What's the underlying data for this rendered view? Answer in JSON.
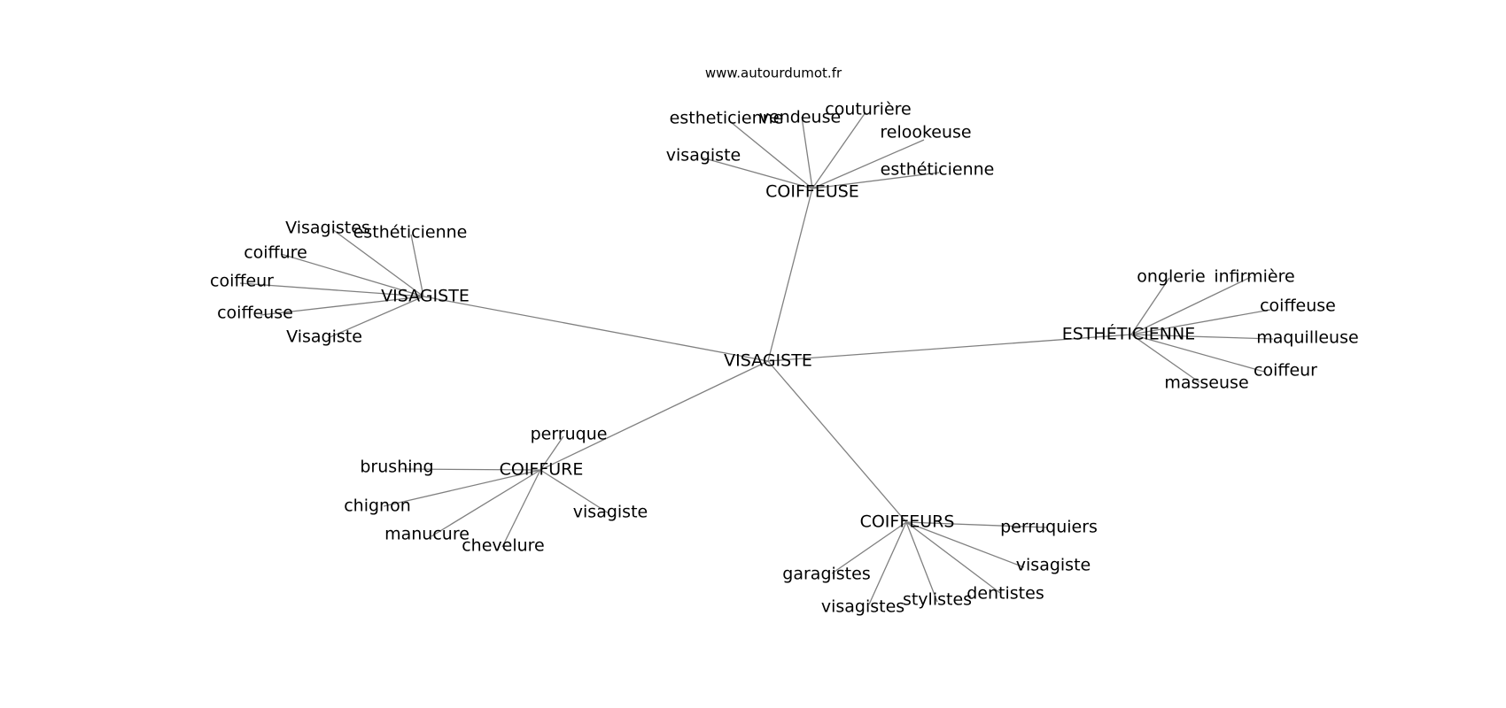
{
  "site_label": "www.autourdumot.fr",
  "center": {
    "label": "VISAGISTE"
  },
  "clusters": [
    {
      "id": "coiffeuse",
      "label": "COIFFEUSE",
      "leaves": [
        "estheticienne",
        "vendeuse",
        "couturière",
        "relookeuse",
        "visagiste",
        "esthéticienne"
      ]
    },
    {
      "id": "visagiste",
      "label": "VISAGISTE",
      "leaves": [
        "Visagistes",
        "esthéticienne",
        "coiffure",
        "coiffeur",
        "coiffeuse",
        "Visagiste"
      ]
    },
    {
      "id": "estheticienne",
      "label": "ESTHÉTICIENNE",
      "leaves": [
        "onglerie",
        "infirmière",
        "coiffeuse",
        "maquilleuse",
        "coiffeur",
        "masseuse"
      ]
    },
    {
      "id": "coiffure",
      "label": "COIFFURE",
      "leaves": [
        "perruque",
        "brushing",
        "chignon",
        "manucure",
        "chevelure",
        "visagiste"
      ]
    },
    {
      "id": "coiffeurs",
      "label": "COIFFEURS",
      "leaves": [
        "perruquiers",
        "visagiste",
        "garagistes",
        "visagistes",
        "stylistes",
        "dentistes"
      ]
    }
  ]
}
